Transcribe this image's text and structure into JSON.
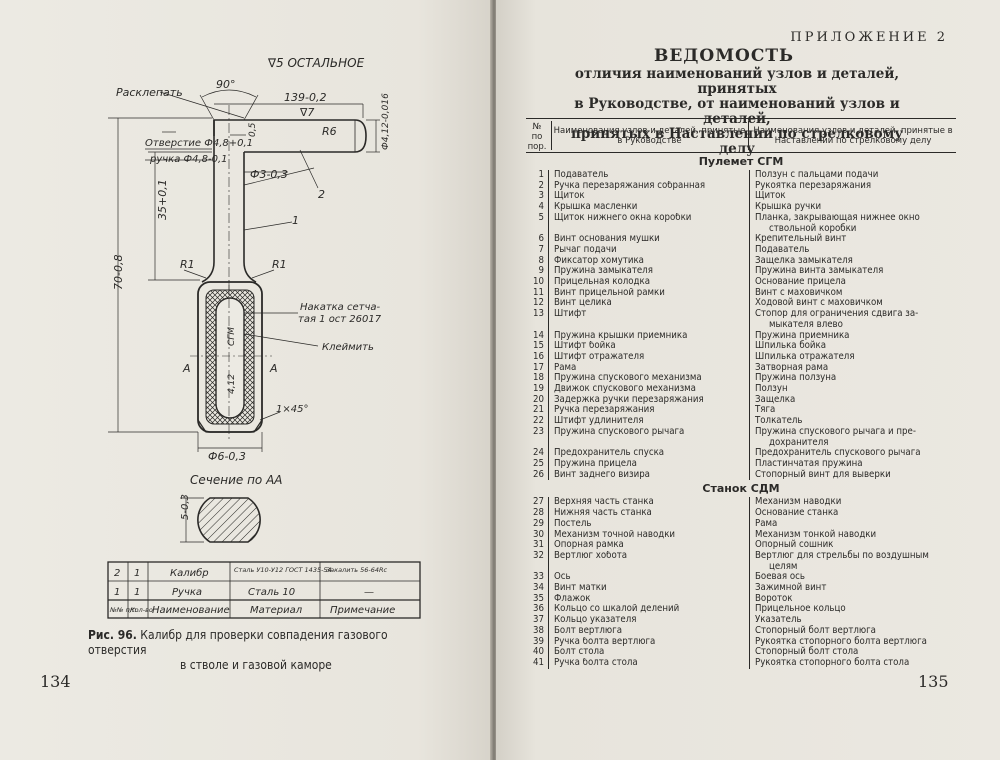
{
  "left_page": {
    "page_number": "134",
    "drawing": {
      "surface_finish": "∇5 ОСТАЛЬНОЕ",
      "labels": {
        "rivet": "Расклепать",
        "angle": "90°",
        "dim_length_top": "139-0,2",
        "finish_mark_7": "∇7",
        "radius_r6": "R6",
        "hole_label": "Отверстие Ф4,8+0,1",
        "handle_label": "ручка Ф4,8-0,1",
        "dim_05": "0,5",
        "dim_dia_shaft": "Ф4,12-0,016",
        "dim_phi3": "Ф3-0,3",
        "callout_2": "2",
        "callout_1": "1",
        "dim_35": "35+0,1",
        "dim_70": "70-0,8",
        "r1_left": "R1",
        "r1_right": "R1",
        "knurl_1": "Накатка сетча-",
        "knurl_2": "тая 1 ост 26017",
        "stamp": "Клеймить",
        "sgm": "СГМ",
        "size_412": "4,12",
        "sect_a_left": "А",
        "sect_a_right": "А",
        "chamfer": "1×45°",
        "dim_phi6": "Ф6-0,3",
        "section_title": "Сечение по АА",
        "dim_5": "5-0,3"
      },
      "parts_table": {
        "rows": [
          {
            "no": "2",
            "qty": "1",
            "name": "Калибр",
            "material": "Сталь У10-У12 ГОСТ 1435-54",
            "note": "Закалить 56-64Rc"
          },
          {
            "no": "1",
            "qty": "1",
            "name": "Ручка",
            "material": "Сталь 10",
            "note": "—"
          }
        ],
        "header": {
          "no": "№№ п/п",
          "qty": "Кол-во",
          "name": "Наименование",
          "material": "Материал",
          "note": "Примечание"
        }
      }
    },
    "caption_label": "Рис. 96.",
    "caption_text_1": "Калибр для проверки совпадения газового отверстия",
    "caption_text_2": "в стволе и газовой каморе"
  },
  "right_page": {
    "page_number": "135",
    "appendix": "ПРИЛОЖЕНИЕ 2",
    "title": "ВЕДОМОСТЬ",
    "subtitle_1": "отличия наименований узлов и деталей, принятых",
    "subtitle_2": "в Руководстве, от наименований узлов и деталей,",
    "subtitle_3": "принятых в Наставлении по стрелковому делу",
    "table_header": {
      "col_no": "№ по пор.",
      "col_manual": "Наименования узлов и деталей, принятые в Руководстве",
      "col_instruction": "Наименования узлов и деталей, принятые в Наставлении по стрелковому делу"
    },
    "sections": [
      {
        "title": "Пулемет СГМ",
        "rows": [
          {
            "n": "1",
            "a": "Подаватель",
            "b": [
              "Ползун с пальцами подачи"
            ]
          },
          {
            "n": "2",
            "a": "Ручка перезаряжания собранная",
            "b": [
              "Рукоятка перезаряжания"
            ]
          },
          {
            "n": "3",
            "a": "Щиток",
            "b": [
              "Щиток"
            ]
          },
          {
            "n": "4",
            "a": "Крышка масленки",
            "b": [
              "Крышка ручки"
            ]
          },
          {
            "n": "5",
            "a": "Щиток нижнего окна коробки",
            "b": [
              "Планка, закрывающая нижнее окно",
              "ствольной коробки"
            ]
          },
          {
            "n": "6",
            "a": "Винт основания мушки",
            "b": [
              "Крепительный винт"
            ]
          },
          {
            "n": "7",
            "a": "Рычаг подачи",
            "b": [
              "Подаватель"
            ]
          },
          {
            "n": "8",
            "a": "Фиксатор хомутика",
            "b": [
              "Защелка замыкателя"
            ]
          },
          {
            "n": "9",
            "a": "Пружина замыкателя",
            "b": [
              "Пружина винта замыкателя"
            ]
          },
          {
            "n": "10",
            "a": "Прицельная колодка",
            "b": [
              "Основание прицела"
            ]
          },
          {
            "n": "11",
            "a": "Винт прицельной рамки",
            "b": [
              "Винт с маховичком"
            ]
          },
          {
            "n": "12",
            "a": "Винт целика",
            "b": [
              "Ходовой винт с маховичком"
            ]
          },
          {
            "n": "13",
            "a": "Штифт",
            "b": [
              "Стопор для ограничения сдвига за-",
              "мыкателя влево"
            ]
          },
          {
            "n": "14",
            "a": "Пружина крышки приемника",
            "b": [
              "Пружина приемника"
            ]
          },
          {
            "n": "15",
            "a": "Штифт бойка",
            "b": [
              "Шпилька бойка"
            ]
          },
          {
            "n": "16",
            "a": "Штифт отражателя",
            "b": [
              "Шпилька отражателя"
            ]
          },
          {
            "n": "17",
            "a": "Рама",
            "b": [
              "Затворная рама"
            ]
          },
          {
            "n": "18",
            "a": "Пружина спускового механизма",
            "b": [
              "Пружина ползуна"
            ]
          },
          {
            "n": "19",
            "a": "Движок спускового механизма",
            "b": [
              "Ползун"
            ]
          },
          {
            "n": "20",
            "a": "Задержка ручки перезаряжания",
            "b": [
              "Защелка"
            ]
          },
          {
            "n": "21",
            "a": "Ручка перезаряжания",
            "b": [
              "Тяга"
            ]
          },
          {
            "n": "22",
            "a": "Штифт удлинителя",
            "b": [
              "Толкатель"
            ]
          },
          {
            "n": "23",
            "a": "Пружина спускового рычага",
            "b": [
              "Пружина спускового рычага и пре-",
              "дохранителя"
            ]
          },
          {
            "n": "24",
            "a": "Предохранитель спуска",
            "b": [
              "Предохранитель спускового рычага"
            ]
          },
          {
            "n": "25",
            "a": "Пружина прицела",
            "b": [
              "Пластинчатая пружина"
            ]
          },
          {
            "n": "26",
            "a": "Винт заднего визира",
            "b": [
              "Стопорный винт для выверки"
            ]
          }
        ]
      },
      {
        "title": "Станок СДМ",
        "rows": [
          {
            "n": "27",
            "a": "Верхняя часть станка",
            "b": [
              "Механизм наводки"
            ]
          },
          {
            "n": "28",
            "a": "Нижняя часть станка",
            "b": [
              "Основание станка"
            ]
          },
          {
            "n": "29",
            "a": "Постель",
            "b": [
              "Рама"
            ]
          },
          {
            "n": "30",
            "a": "Механизм точной наводки",
            "b": [
              "Механизм тонкой наводки"
            ]
          },
          {
            "n": "31",
            "a": "Опорная рамка",
            "b": [
              "Опорный сошник"
            ]
          },
          {
            "n": "32",
            "a": "Вертлюг хобота",
            "b": [
              "Вертлюг для стрельбы по воздушным",
              "целям"
            ]
          },
          {
            "n": "33",
            "a": "Ось",
            "b": [
              "Боевая ось"
            ]
          },
          {
            "n": "34",
            "a": "Винт матки",
            "b": [
              "Зажимной винт"
            ]
          },
          {
            "n": "35",
            "a": "Флажок",
            "b": [
              "Вороток"
            ]
          },
          {
            "n": "36",
            "a": "Кольцо со шкалой делений",
            "b": [
              "Прицельное кольцо"
            ]
          },
          {
            "n": "37",
            "a": "Кольцо указателя",
            "b": [
              "Указатель"
            ]
          },
          {
            "n": "38",
            "a": "Болт вертлюга",
            "b": [
              "Стопорный болт вертлюга"
            ]
          },
          {
            "n": "39",
            "a": "Ручка болта вертлюга",
            "b": [
              "Рукоятка стопорного болта вертлюга"
            ]
          },
          {
            "n": "40",
            "a": "Болт стола",
            "b": [
              "Стопорный болт стола"
            ]
          },
          {
            "n": "41",
            "a": "Ручка болта стола",
            "b": [
              "Рукоятка стопорного болта стола"
            ]
          }
        ]
      }
    ]
  }
}
